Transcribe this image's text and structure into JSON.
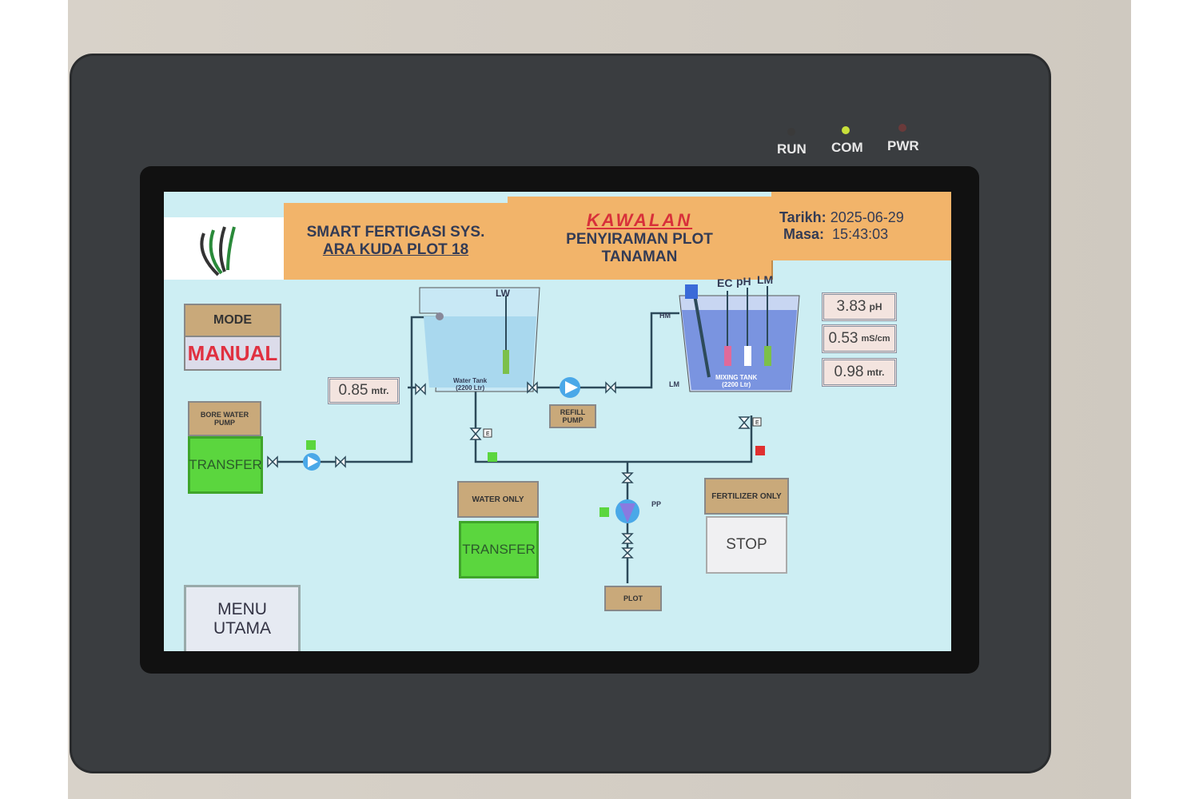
{
  "indicators": [
    {
      "label": "RUN",
      "color": "#3a3a3a"
    },
    {
      "label": "COM",
      "color": "#c8e03a"
    },
    {
      "label": "PWR",
      "color": "#6a3a3a"
    }
  ],
  "header": {
    "system_title": "SMART FERTIGASI SYS.",
    "system_subtitle": "ARA KUDA PLOT 18",
    "section_title": "KAWALAN",
    "section_sub1": "PENYIRAMAN PLOT",
    "section_sub2": "TANAMAN",
    "date_label": "Tarikh:",
    "date_value": "2025-06-29",
    "time_label": "Masa:",
    "time_value": "15:43:03"
  },
  "mode": {
    "label": "MODE",
    "value": "MANUAL"
  },
  "water_level": {
    "value": "0.85",
    "unit": "mtr."
  },
  "bore_pump": {
    "label": "BORE WATER PUMP",
    "button": "TRANSFER"
  },
  "water_tank": {
    "name": "Water Tank",
    "capacity": "(2200 Ltr)",
    "sensor": "LW"
  },
  "refill_pump": {
    "label": "REFILL PUMP"
  },
  "mixing_tank": {
    "name": "MIXING TANK",
    "capacity": "(2200 Ltr)",
    "sensors": [
      "EC",
      "pH",
      "LM"
    ],
    "hm": "HM",
    "lm": "LM"
  },
  "readings": [
    {
      "value": "3.83",
      "unit": "pH"
    },
    {
      "value": "0.53",
      "unit": "mS/cm"
    },
    {
      "value": "0.98",
      "unit": "mtr."
    }
  ],
  "water_only": {
    "label": "WATER ONLY",
    "button": "TRANSFER"
  },
  "fertilizer_only": {
    "label": "FERTILIZER ONLY",
    "button": "STOP"
  },
  "plot_pump": {
    "label": "PP"
  },
  "plot": {
    "label": "PLOT"
  },
  "menu": {
    "label1": "MENU",
    "label2": "UTAMA"
  },
  "valve_tag": "E"
}
